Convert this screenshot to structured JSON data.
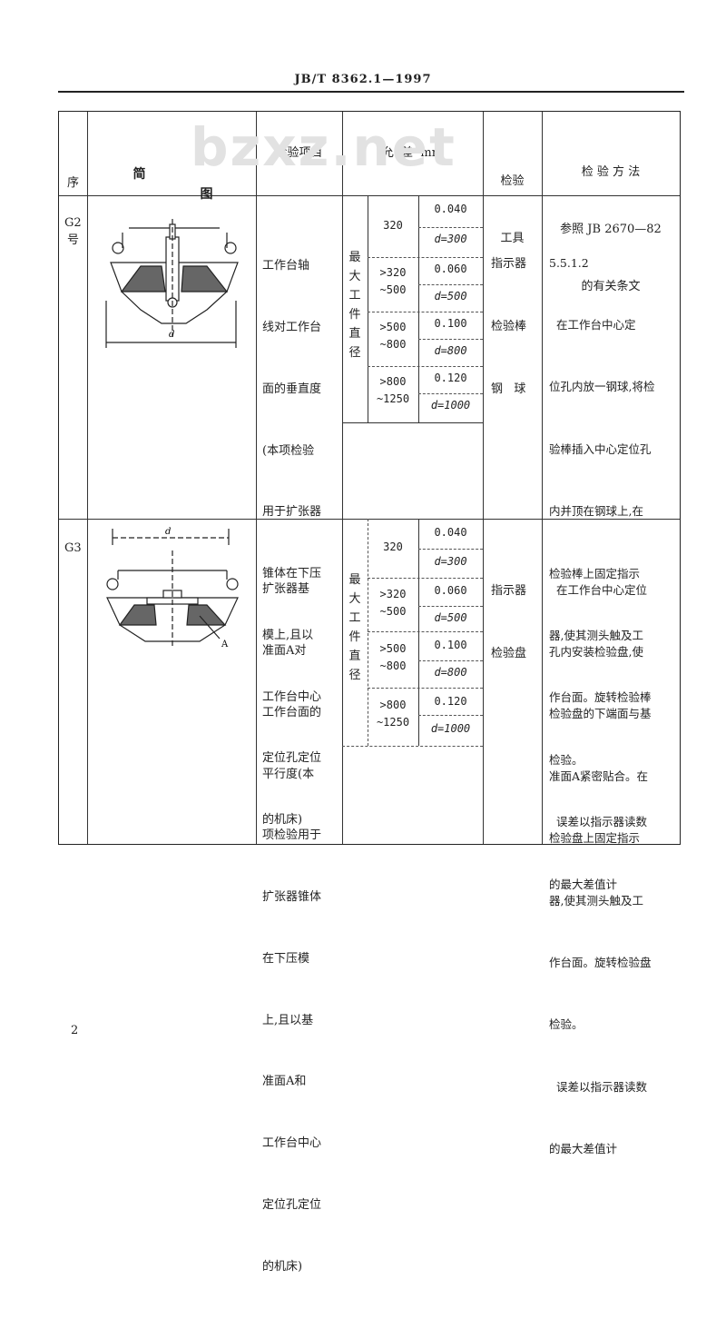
{
  "header": {
    "standard": "JB/T 8362.1—1997"
  },
  "watermark": "bzxz.net",
  "columns": {
    "seq": [
      "序",
      "号"
    ],
    "sketch": [
      "简",
      "图"
    ],
    "item": "检验项目",
    "tolerance": "允  差  mm",
    "tool": [
      "检验",
      "工具"
    ],
    "method": [
      "检 验 方 法",
      "参照 JB 2670—82",
      "的有关条文"
    ]
  },
  "rows": [
    {
      "id": "G2",
      "item_lines": [
        "工作台轴",
        "线对工作台",
        "面的垂直度",
        "(本项检验",
        "用于扩张器",
        "锥体在下压",
        "模上,且以",
        "工作台中心",
        "定位孔定位",
        "的机床)"
      ],
      "side_label": [
        "最",
        "大",
        "工",
        "件",
        "直",
        "径"
      ],
      "tolerances": [
        {
          "range": [
            "320"
          ],
          "value": "0.040",
          "d": "d=300"
        },
        {
          "range": [
            ">320",
            "~500"
          ],
          "value": "0.060",
          "d": "d=500"
        },
        {
          "range": [
            ">500",
            "~800"
          ],
          "value": "0.100",
          "d": "d=800"
        },
        {
          "range": [
            ">800",
            "~1250"
          ],
          "value": "0.120",
          "d": "d=1000"
        }
      ],
      "tool_lines": [
        "指示器",
        "检验棒",
        "钢   球"
      ],
      "method_lines": [
        "5.5.1.2",
        "  在工作台中心定",
        "位孔内放一钢球,将检",
        "验棒插入中心定位孔",
        "内并顶在钢球上,在",
        "检验棒上固定指示",
        "器,使其测头触及工",
        "作台面。旋转检验棒",
        "检验。",
        "  误差以指示器读数",
        "的最大差值计"
      ],
      "sketch_label": "d"
    },
    {
      "id": "G3",
      "item_lines": [
        "扩张器基",
        "准面A对",
        "工作台面的",
        "平行度(本",
        "项检验用于",
        "扩张器锥体",
        "在下压模",
        "上,且以基",
        "准面A和",
        "工作台中心",
        "定位孔定位",
        "的机床)"
      ],
      "side_label": [
        "最",
        "大",
        "工",
        "件",
        "直",
        "径"
      ],
      "tolerances": [
        {
          "range": [
            "320"
          ],
          "value": "0.040",
          "d": "d=300"
        },
        {
          "range": [
            ">320",
            "~500"
          ],
          "value": "0.060",
          "d": "d=500"
        },
        {
          "range": [
            ">500",
            "~800"
          ],
          "value": "0.100",
          "d": "d=800"
        },
        {
          "range": [
            ">800",
            "~1250"
          ],
          "value": "0.120",
          "d": "d=1000"
        }
      ],
      "tool_lines": [
        "指示器",
        "检验盘"
      ],
      "method_lines": [
        "  在工作台中心定位",
        "孔内安装检验盘,使",
        "检验盘的下端面与基",
        "准面A紧密贴合。在",
        "检验盘上固定指示",
        "器,使其测头触及工",
        "作台面。旋转检验盘",
        "检验。",
        "  误差以指示器读数",
        "的最大差值计"
      ],
      "sketch_label": "d",
      "sketch_ref": "A"
    }
  ],
  "footer": {
    "page": "2"
  }
}
